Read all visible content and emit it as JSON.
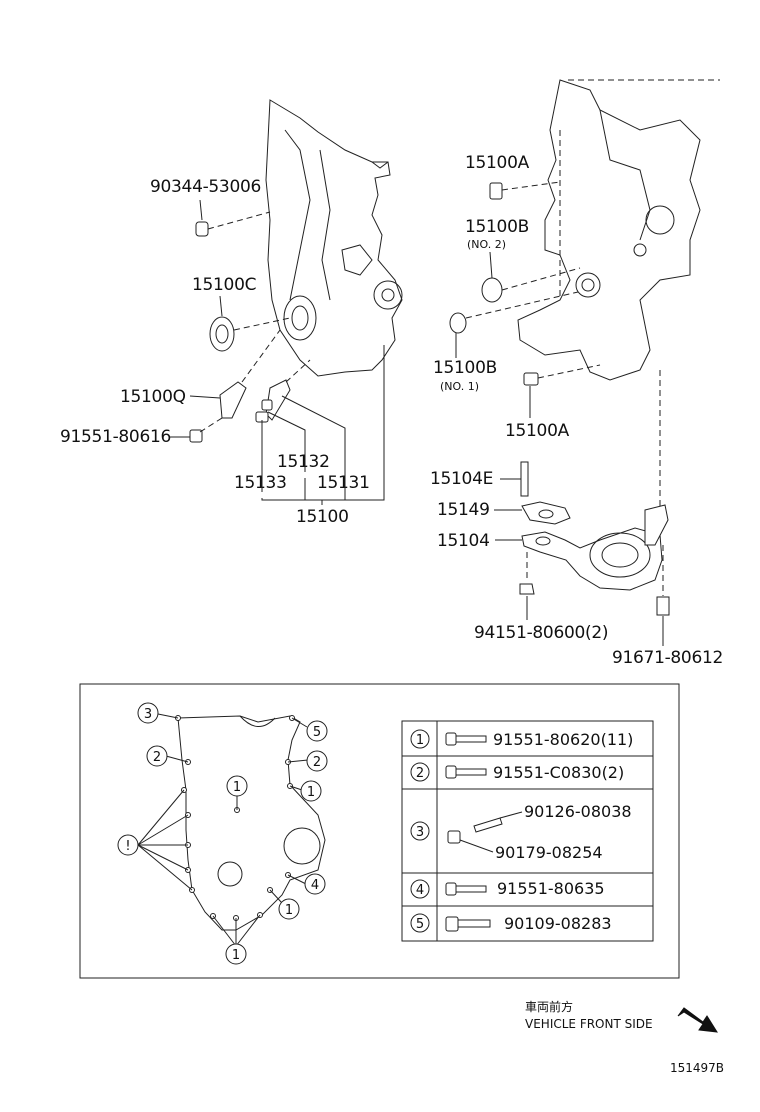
{
  "diagram_code": "151497B",
  "front_label": {
    "jp": "車両前方",
    "en": "VEHICLE FRONT SIDE"
  },
  "parts": {
    "p_90344_53006": "90344-53006",
    "p_15100C": "15100C",
    "p_15100Q": "15100Q",
    "p_91551_80616": "91551-80616",
    "p_15132": "15132",
    "p_15133": "15133",
    "p_15131": "15131",
    "p_15100": "15100",
    "p_15100A_top": "15100A",
    "p_15100B_top": "15100B",
    "p_no2": "(NO. 2)",
    "p_15100B_bot": "15100B",
    "p_no1": "(NO. 1)",
    "p_15100A_bot": "15100A",
    "p_15104E": "15104E",
    "p_15149": "15149",
    "p_15104": "15104",
    "p_94151": "94151-80600(2)",
    "p_91671": "91671-80612"
  },
  "legend": {
    "rows": [
      {
        "num": "1",
        "parts": [
          "91551-80620(11)"
        ]
      },
      {
        "num": "2",
        "parts": [
          "91551-C0830(2)"
        ]
      },
      {
        "num": "3",
        "parts": [
          "90126-08038",
          "90179-08254"
        ]
      },
      {
        "num": "4",
        "parts": [
          "91551-80635"
        ]
      },
      {
        "num": "5",
        "parts": [
          "90109-08283"
        ]
      }
    ]
  },
  "bolt_callouts": {
    "c3": "3",
    "c5": "5",
    "c2a": "2",
    "c2b": "2",
    "c1a": "1",
    "c1b": "1",
    "c1c": "1",
    "c4": "4",
    "c1d": "1",
    "cx": "!"
  }
}
